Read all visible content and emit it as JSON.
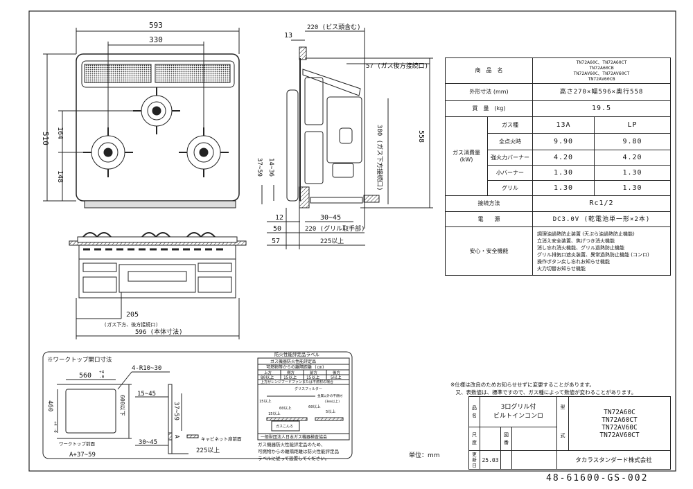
{
  "top_view": {
    "dim_width_total": "593",
    "dim_width_burner": "330",
    "dim_depth_total": "510",
    "dim_front_burner_offset": "164",
    "dim_front_edge": "148"
  },
  "front_view": {
    "dim_gas_inlet": "205",
    "gas_inlet_note": "(ガス下方、後方接続口)",
    "dim_body_width": "596 (本体寸法)"
  },
  "side_view": {
    "dim_13": "13",
    "dim_220_screw": "220 (ビス頭含む)",
    "dim_57_rear": "57 (ガス後方接続口)",
    "dim_558": "558",
    "dim_380": "380 (ガス下方接続口)",
    "dim_37_59": "37~59",
    "dim_14_36": "14~36",
    "dim_12": "12",
    "dim_30_45": "30~45",
    "dim_50": "50",
    "dim_220_grill": "220 (グリル取手部)",
    "dim_57": "57",
    "dim_225": "225以上"
  },
  "spec_table": {
    "product_name_label": "商　品　名",
    "models": [
      "TN72A60C、TN72A60CT",
      "TN72A60CB",
      "TN72AV60C、TN72AV60CT",
      "TN72AV60CB"
    ],
    "dimensions_label": "外形寸法 (mm)",
    "dimensions_value": "高さ270×幅596×奥行558",
    "weight_label": "質　量　(kg)",
    "weight_value": "19.5",
    "gas_consumption_label": "ガス消費量\n(kW)",
    "gas_type_label": "ガス種",
    "gas_types": [
      "13A",
      "LP"
    ],
    "rows": [
      {
        "label": "全点火時",
        "a13": "9.90",
        "lp": "9.80"
      },
      {
        "label": "強火力バーナー",
        "a13": "4.20",
        "lp": "4.20"
      },
      {
        "label": "小バーナー",
        "a13": "1.30",
        "lp": "1.30"
      },
      {
        "label": "グリル",
        "a13": "1.30",
        "lp": "1.30"
      }
    ],
    "connection_label": "接続方法",
    "connection_value": "Rc1/2",
    "power_label": "電　　源",
    "power_value": "DC3.0V (乾電池単一形×2本)",
    "safety_label": "安心・安全機能",
    "safety_items": [
      "調理油過熱防止装置 (天ぷら油過熱防止機能)",
      "立消え安全装置、焦げつき消火機能",
      "消し忘れ消火機能、グリル過熱防止機能",
      "グリル排気口遮炎装置、異常過熱防止機能 (コンロ)",
      "操作ボタン戻し忘れお知らせ機能",
      "火力切替お知らせ機能"
    ]
  },
  "worktop": {
    "title": "※ワークトップ開口寸法",
    "dim_560": "560",
    "tol_560_plus": "+4",
    "tol_560_minus": "-0",
    "dim_radius": "4-R10~30",
    "dim_460": "460",
    "tol_460": "+4 -0",
    "dim_600": "600以下",
    "label_front": "ワークトップ前面",
    "dim_a": "A+37~59",
    "dim_15_45": "15~45",
    "dim_37_59": "37~59",
    "dim_a_letter": "A",
    "dim_30_45": "30~45",
    "dim_225": "225以上",
    "label_cabinet": "キャビネット扉前面"
  },
  "fire_label": {
    "title": "防火性能評定品ラベル",
    "header": "ガス機器防火性能評定品",
    "sub": "可燃物等からの離隔距離 (cm)",
    "cols": [
      "上方",
      "側方",
      "前方",
      "後方"
    ],
    "values": [
      "80以上",
      "15以上",
      "15以上",
      "5以上"
    ],
    "range_hood": "上方がレンジフードファンまたは不燃材の場合",
    "grease_filter": "グリスフィルター",
    "d15": "15以上",
    "d60a": "60以上",
    "d60b": "60以上",
    "d15b": "15以上",
    "d5": "5以上",
    "metal": "金属以外の不燃材",
    "metal_thick": "(3mm以上)",
    "stove": "ガスこんろ",
    "assoc": "一般財団法人日本ガス機器検査協会",
    "notice": [
      "ガス機器防火性能評定品のため、",
      "可燃物からの離隔距離は防火性能評定品",
      "ラベルに従って設置してください。"
    ]
  },
  "notes": [
    "※仕様は改良のためお知らせせずに変更することがあります。",
    "　又、表数値は、標準ですので、ガス種によって数値が変わることがあります。"
  ],
  "unit": "単位：mm",
  "title_block": {
    "name_label": "品\n名",
    "name_value": [
      "3口グリル付",
      "ビルトインコンロ"
    ],
    "type_label_1": "型",
    "type_label_2": "式",
    "type_values": [
      "TN72A60C",
      "TN72A60CT",
      "TN72AV60C",
      "TN72AV60CT"
    ],
    "scale_label": "尺\n度",
    "drawing_label": "図\n番",
    "updated_label": "更\n新\n日",
    "updated_value": "25.03",
    "company": "タカラスタンダード株式会社"
  },
  "drawing_number": "48-61600-GS-002"
}
